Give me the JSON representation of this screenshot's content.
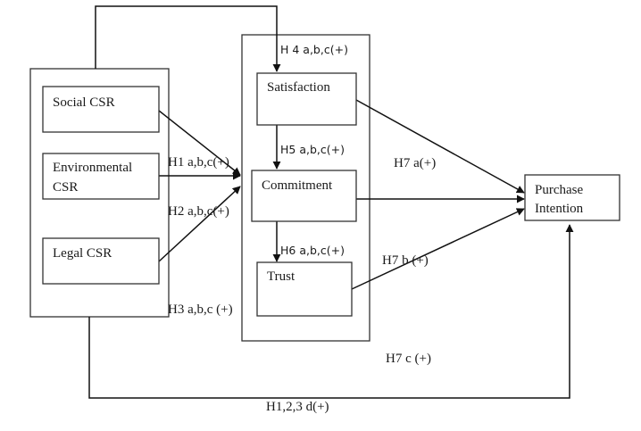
{
  "diagram": {
    "groups": {
      "csr_group": {
        "label": ""
      },
      "relationship_group": {
        "label": ""
      }
    },
    "nodes": {
      "social_csr": {
        "lines": [
          "Social CSR"
        ]
      },
      "environmental_csr": {
        "lines": [
          "Environmental",
          "CSR"
        ]
      },
      "legal_csr": {
        "lines": [
          "Legal CSR"
        ]
      },
      "satisfaction": {
        "lines": [
          "Satisfaction"
        ]
      },
      "commitment": {
        "lines": [
          "Commitment"
        ]
      },
      "trust": {
        "lines": [
          "Trust"
        ]
      },
      "purchase_intention": {
        "lines": [
          "Purchase",
          "Intention"
        ]
      }
    },
    "edges": [
      {
        "from": "social_csr",
        "to": "relationship_group"
      },
      {
        "from": "environmental_csr",
        "to": "relationship_group"
      },
      {
        "from": "legal_csr",
        "to": "relationship_group"
      },
      {
        "from": "csr_group",
        "to": "satisfaction"
      },
      {
        "from": "satisfaction",
        "to": "commitment"
      },
      {
        "from": "commitment",
        "to": "trust"
      },
      {
        "from": "satisfaction",
        "to": "purchase_intention"
      },
      {
        "from": "commitment",
        "to": "purchase_intention"
      },
      {
        "from": "trust",
        "to": "purchase_intention"
      },
      {
        "from": "csr_group",
        "to": "purchase_intention"
      }
    ],
    "labels": {
      "h1": "H1 a,b,c(+)",
      "h2": "H2 a,b,c(+)",
      "h3": "H3 a,b,c (+)",
      "h4": "H 4 a,b,c(+)",
      "h5": "H5 a,b,c(+)",
      "h6": "H6 a,b,c(+)",
      "h7a": "H7 a(+)",
      "h7b": "H7 b (+)",
      "h7c": "H7 c (+)",
      "h123d": "H1,2,3 d(+)"
    }
  }
}
